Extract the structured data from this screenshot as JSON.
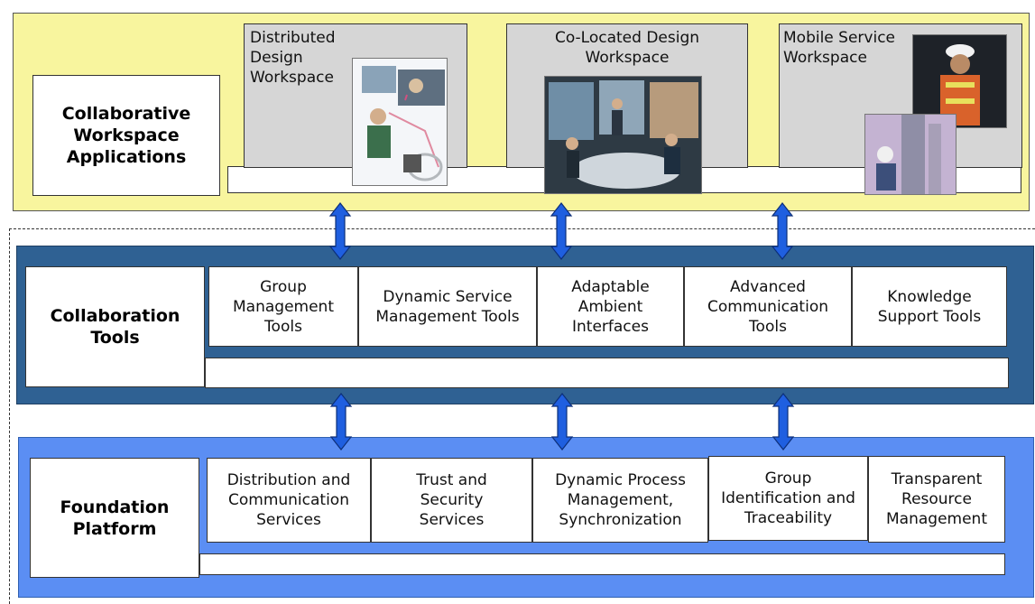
{
  "layers": {
    "applications": {
      "title": "Collaborative\nWorkspace\nApplications",
      "workspaces": [
        {
          "label": "Distributed\nDesign\nWorkspace"
        },
        {
          "label": "Co-Located Design\nWorkspace"
        },
        {
          "label": "Mobile Service\nWorkspace"
        }
      ]
    },
    "tools": {
      "title": "Collaboration\nTools",
      "items": [
        {
          "label": "Group\nManagement\nTools"
        },
        {
          "label": "Dynamic Service\nManagement Tools"
        },
        {
          "label": "Adaptable\nAmbient\nInterfaces"
        },
        {
          "label": "Advanced\nCommunication\nTools"
        },
        {
          "label": "Knowledge\nSupport Tools"
        }
      ]
    },
    "foundation": {
      "title": "Foundation\nPlatform",
      "items": [
        {
          "label": "Distribution and\nCommunication\nServices"
        },
        {
          "label": "Trust and\nSecurity\nServices"
        },
        {
          "label": "Dynamic Process\nManagement,\nSynchronization"
        },
        {
          "label": "Group\nIdentification and\nTraceability"
        },
        {
          "label": "Transparent\nResource\nManagement"
        }
      ]
    }
  },
  "colors": {
    "applications_bg": "#f8f59e",
    "tools_bg": "#2f6193",
    "foundation_bg": "#5b8ef3",
    "arrow": "#1f5fe0"
  }
}
